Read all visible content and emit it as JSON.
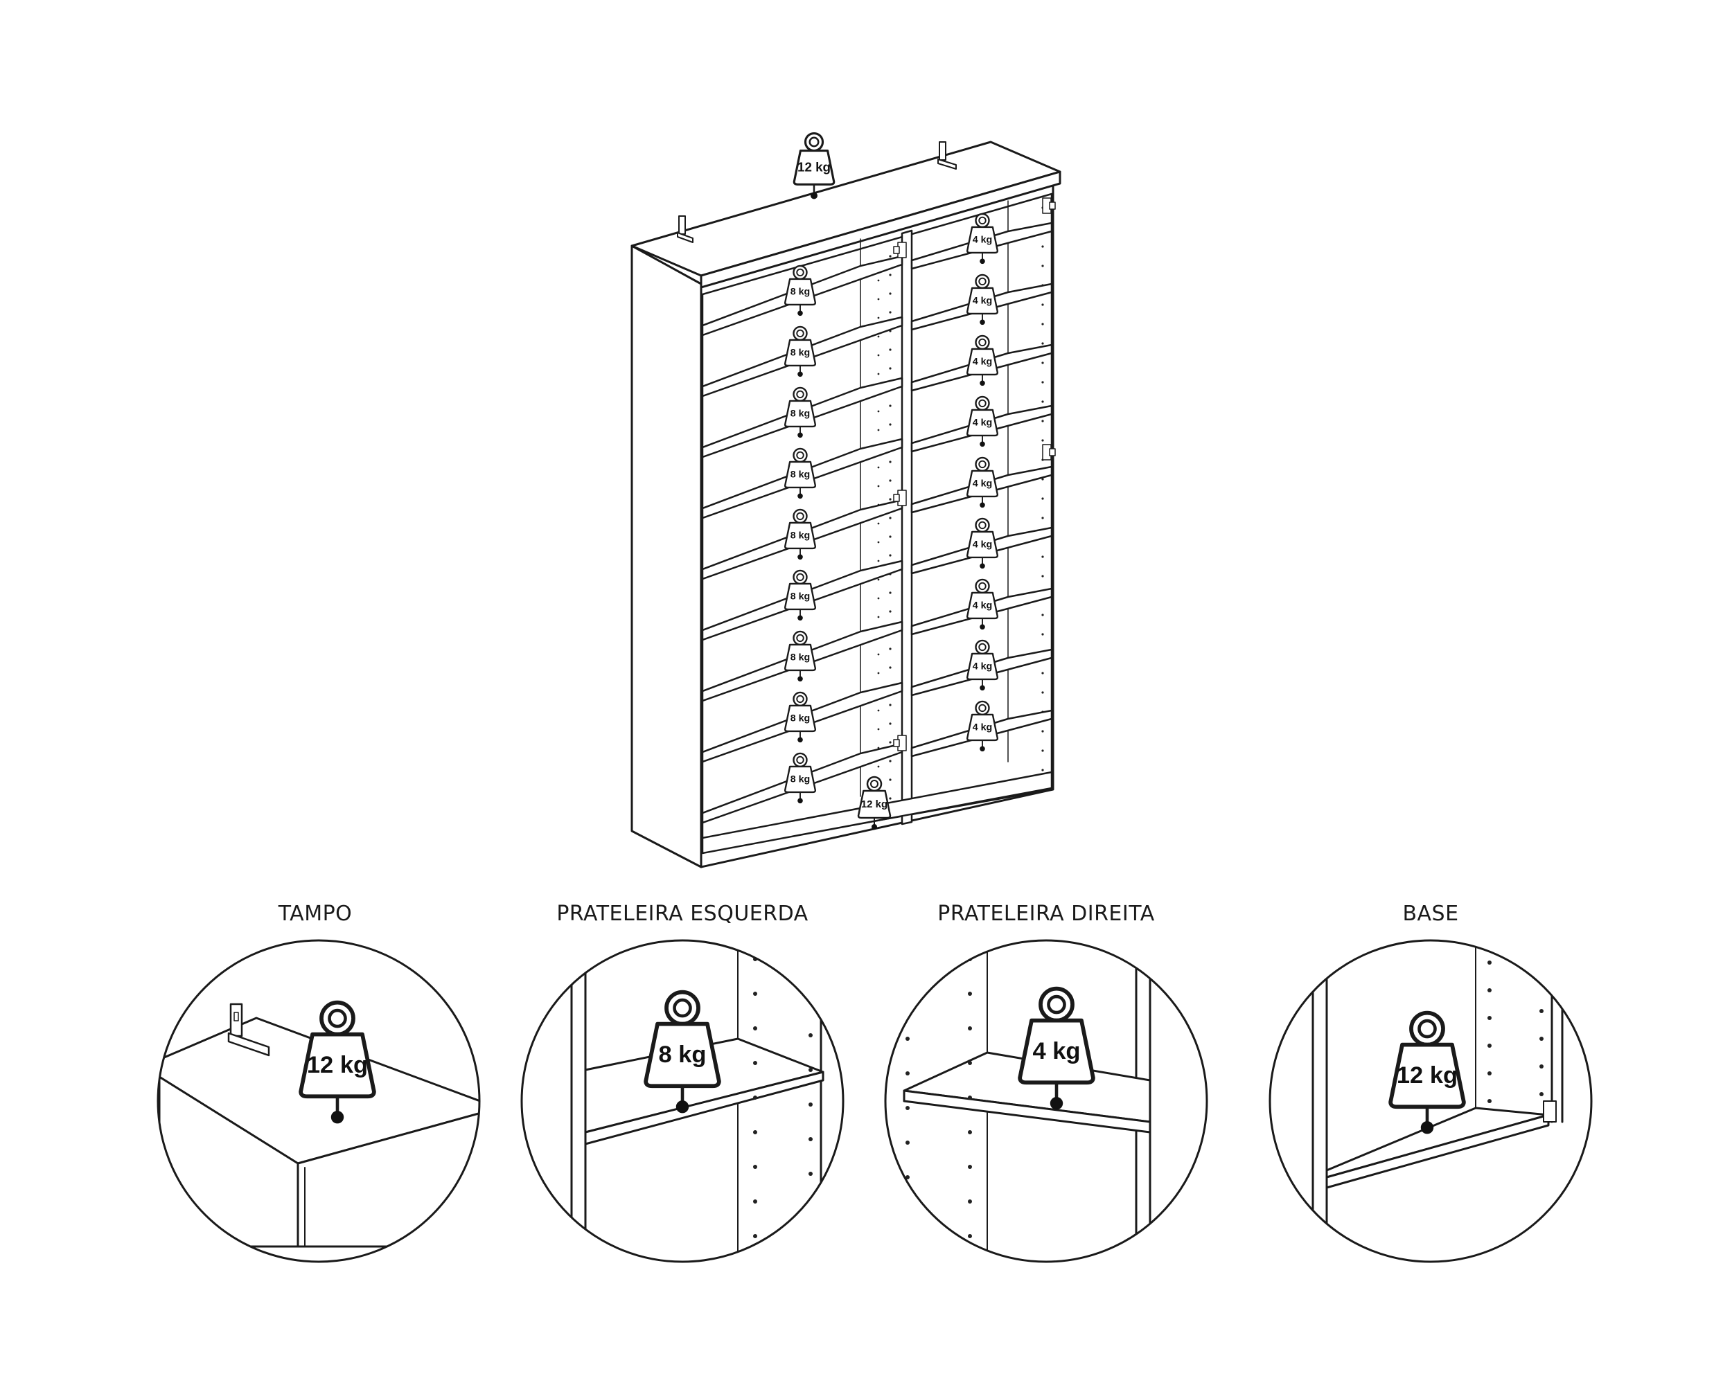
{
  "cabinet": {
    "top_load": "12 kg",
    "left_shelf_load": "8 kg",
    "right_shelf_load": "4 kg",
    "base_load": "12 kg",
    "left_shelf_count": 9,
    "right_shelf_count": 9
  },
  "details": [
    {
      "label": "TAMPO",
      "load": "12 kg"
    },
    {
      "label": "PRATELEIRA ESQUERDA",
      "load": "8 kg"
    },
    {
      "label": "PRATELEIRA DIREITA",
      "load": "4 kg"
    },
    {
      "label": "BASE",
      "load": "12 kg"
    }
  ],
  "colors": {
    "line": "#1a1a1a",
    "background": "#ffffff"
  },
  "icons": [
    "weight-icon",
    "wall-bracket-icon",
    "hinge-icon"
  ]
}
